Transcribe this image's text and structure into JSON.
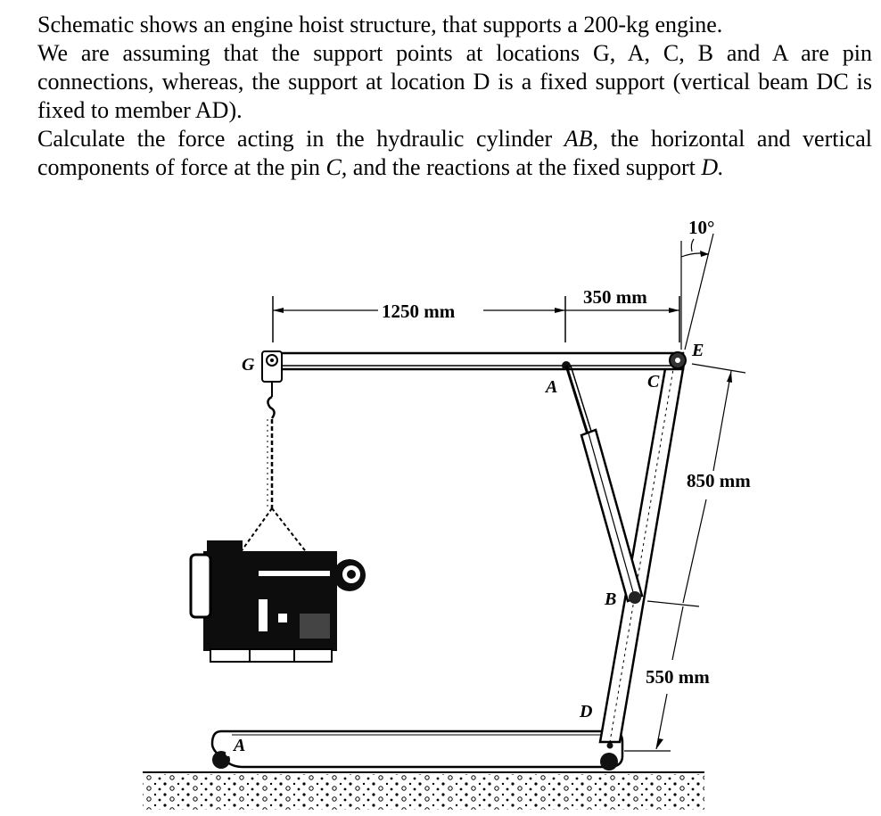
{
  "problem": {
    "line1": "Schematic shows an engine hoist structure, that supports a 200-kg engine.",
    "line2": "We are assuming that the support points at locations G, A, C, B and A are pin connections, whereas, the support at location D is a fixed support (vertical beam DC is fixed to member AD).",
    "line3_a": "Calculate the force acting in the hydraulic cylinder ",
    "line3_ab": "AB,",
    "line3_b": " the horizontal and vertical components of force at the pin ",
    "line3_c": "C,",
    "line3_d": " and the reactions at the fixed support ",
    "line3_dd": "D."
  },
  "figure": {
    "labels": {
      "G": "G",
      "A_top": "A",
      "C": "C",
      "E": "E",
      "B": "B",
      "D": "D",
      "A_bottom": "A"
    },
    "dimensions": {
      "d1": "1250 mm",
      "d2": "350 mm",
      "d3": "850 mm",
      "d4": "550 mm",
      "angle": "10°"
    }
  }
}
